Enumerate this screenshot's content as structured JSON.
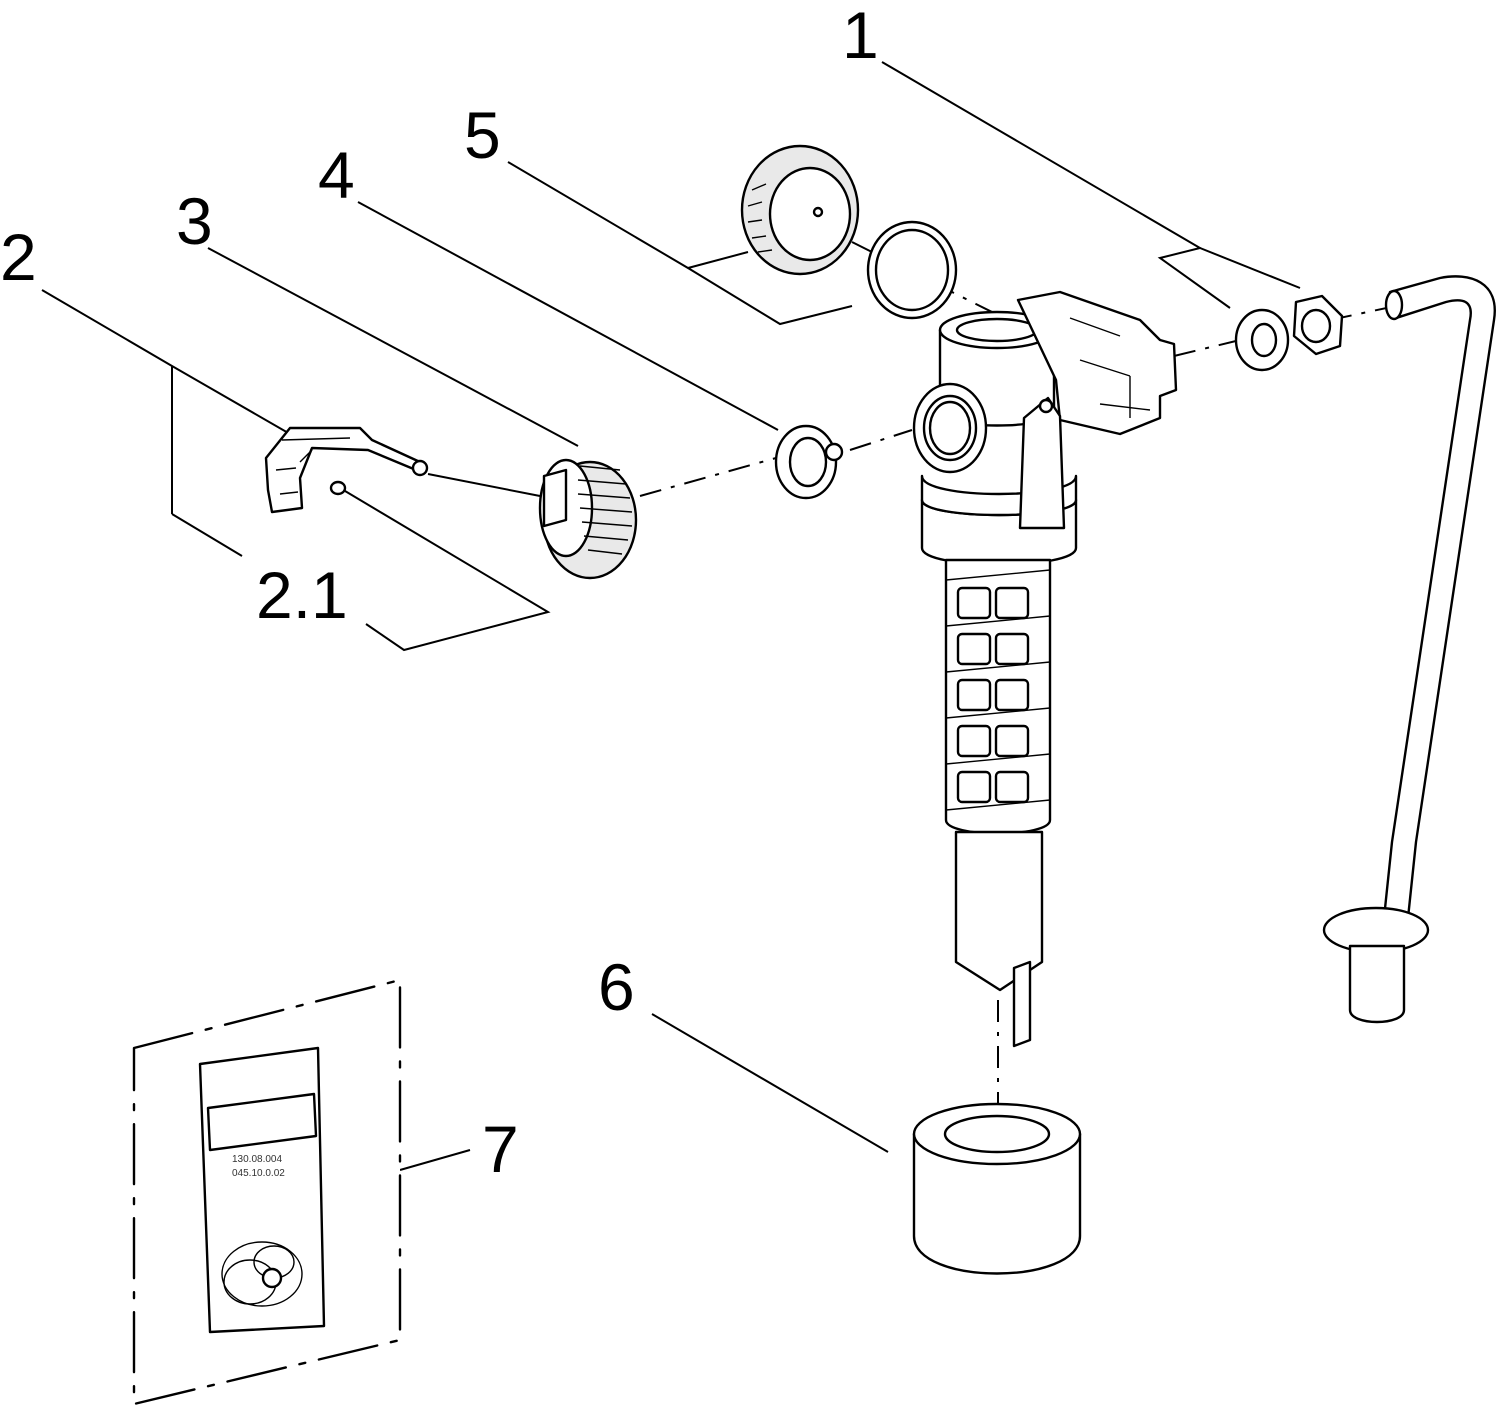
{
  "callouts": {
    "c1": "1",
    "c2": "2",
    "c2_1": "2.1",
    "c3": "3",
    "c4": "4",
    "c5": "5",
    "c6": "6",
    "c7": "7"
  },
  "package": {
    "line1": "130.08.004",
    "line2": "045.10.0.02"
  }
}
